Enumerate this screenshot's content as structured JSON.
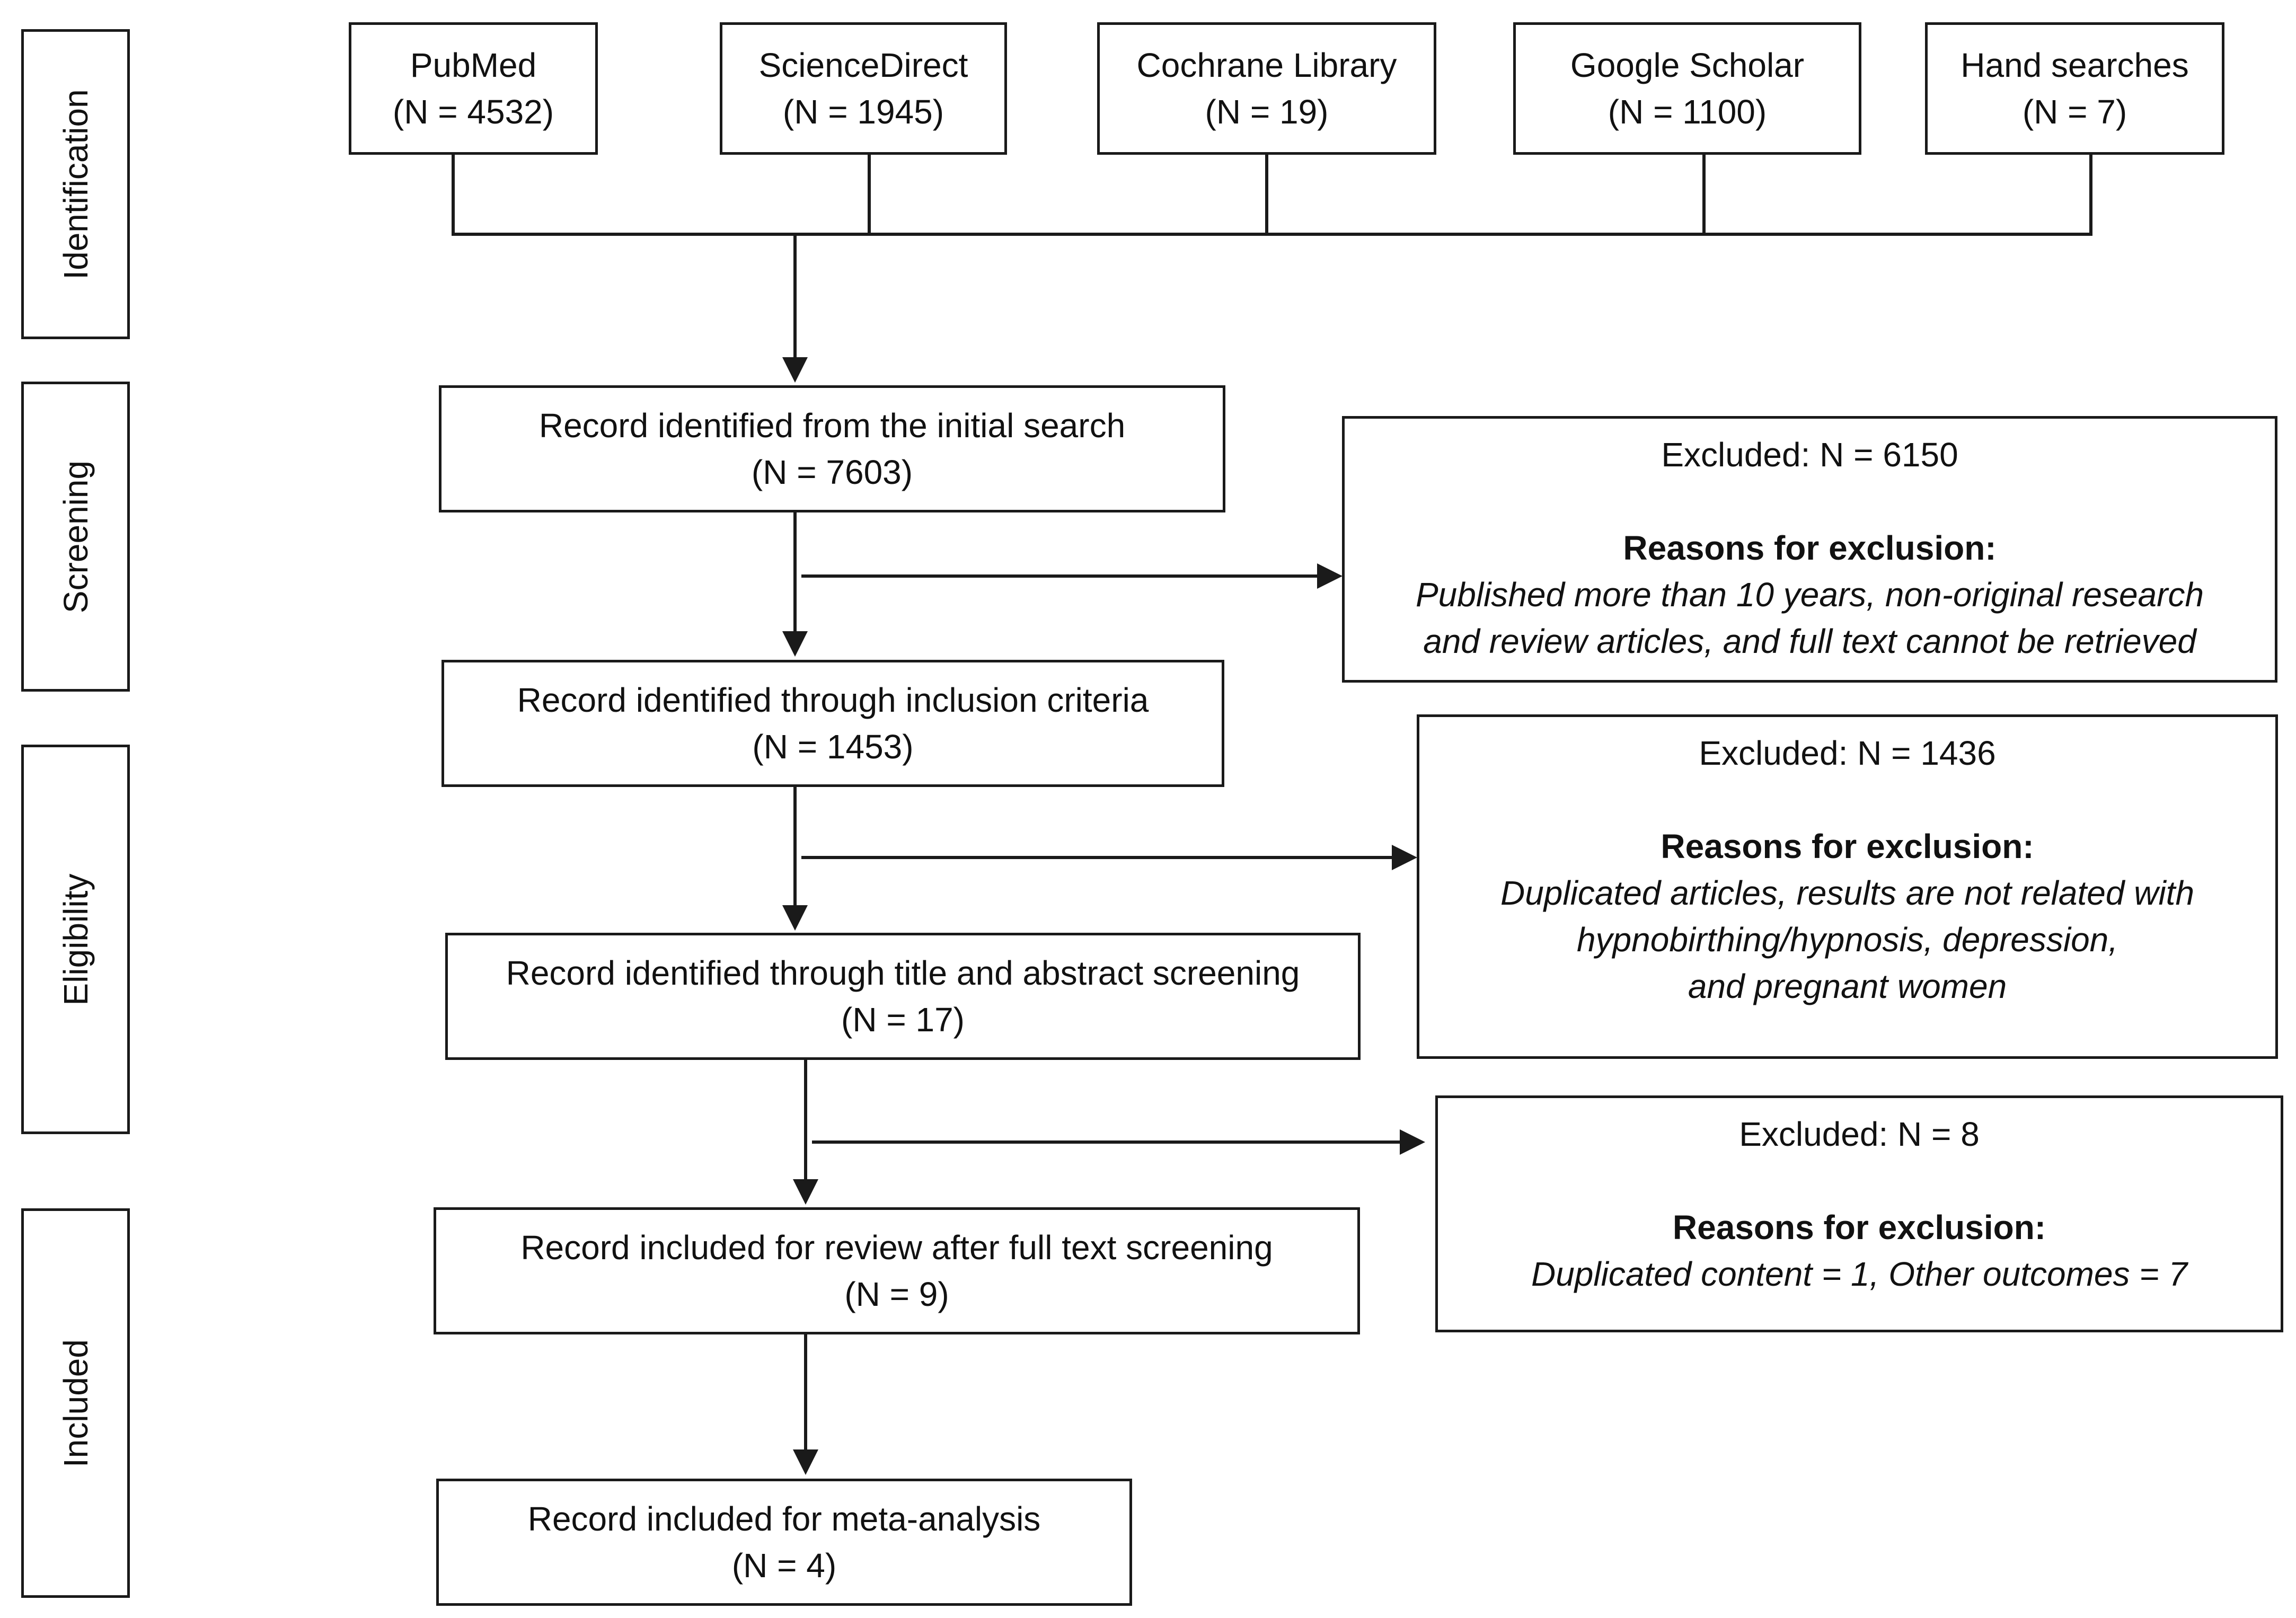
{
  "stages": [
    {
      "id": "identification",
      "label": "Identification"
    },
    {
      "id": "screening",
      "label": "Screening"
    },
    {
      "id": "eligibility",
      "label": "Eligibility"
    },
    {
      "id": "included",
      "label": "Included"
    }
  ],
  "sources": [
    {
      "name": "PubMed",
      "count": "(N = 4532)"
    },
    {
      "name": "ScienceDirect",
      "count": "(N = 1945)"
    },
    {
      "name": "Cochrane Library",
      "count": "(N = 19)"
    },
    {
      "name": "Google Scholar",
      "count": "(N = 1100)"
    },
    {
      "name": "Hand searches",
      "count": "(N = 7)"
    }
  ],
  "flow": [
    {
      "label": "Record identified from the initial search",
      "count": "(N = 7603)"
    },
    {
      "label": "Record identified through inclusion criteria",
      "count": "(N = 1453)"
    },
    {
      "label": "Record identified through title and abstract screening",
      "count": "(N = 17)"
    },
    {
      "label": "Record included for review after full text screening",
      "count": "(N = 9)"
    },
    {
      "label": "Record included for meta-analysis",
      "count": "(N = 4)"
    }
  ],
  "exclusions": [
    {
      "count": "Excluded: N = 6150",
      "reasons_title": "Reasons for exclusion:",
      "reasons": [
        "Published more than 10 years, non-original research",
        "and review articles, and full text cannot be retrieved"
      ]
    },
    {
      "count": "Excluded: N = 1436",
      "reasons_title": "Reasons for exclusion:",
      "reasons": [
        "Duplicated articles, results are not related with",
        "hypnobirthing/hypnosis, depression,",
        "and pregnant women"
      ]
    },
    {
      "count": "Excluded: N = 8",
      "reasons_title": "Reasons for exclusion:",
      "reasons": [
        "Duplicated content = 1, Other outcomes = 7"
      ]
    }
  ]
}
